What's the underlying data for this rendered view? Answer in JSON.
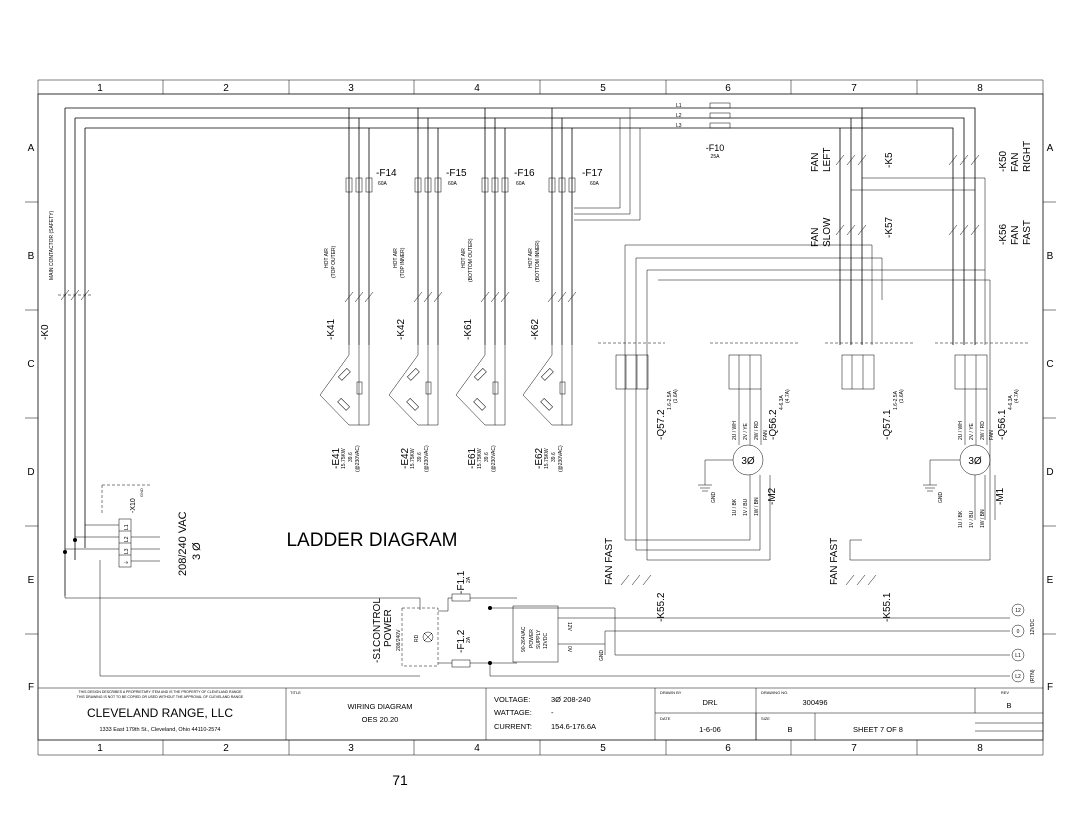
{
  "columns": [
    "1",
    "2",
    "3",
    "4",
    "5",
    "6",
    "7",
    "8"
  ],
  "rows": [
    "A",
    "B",
    "C",
    "D",
    "E",
    "F"
  ],
  "main_title": "LADDER DIAGRAM",
  "page_number": "71",
  "supply": {
    "voltage": "208/240 VAC",
    "phase": "3 Ø"
  },
  "main_contactor": {
    "tag": "-K0",
    "desc": "MAIN CONTACTOR (SAFETY)"
  },
  "terminal": {
    "tag": "-X10",
    "labels": [
      "L1",
      "L2",
      "L3",
      "⏚"
    ],
    "gnd": "GND"
  },
  "lines": [
    "L1",
    "L2",
    "L3"
  ],
  "fan_fuse": {
    "tag": "-F10",
    "rating": "25A"
  },
  "heaters": [
    {
      "fuse": "-F14",
      "fuse_rating": "60A",
      "contactor": "-K41",
      "desc1": "HOT AIR",
      "desc2": "(TOP OUTER)",
      "element": "-E41",
      "kw": "15.75KW",
      "ohm": "39.6",
      "volt": "(@230VAC)"
    },
    {
      "fuse": "-F15",
      "fuse_rating": "60A",
      "contactor": "-K42",
      "desc1": "HOT AIR",
      "desc2": "(TOP INNER)",
      "element": "-E42",
      "kw": "15.75KW",
      "ohm": "39.6",
      "volt": "(@230VAC)"
    },
    {
      "fuse": "-F16",
      "fuse_rating": "60A",
      "contactor": "-K61",
      "desc1": "HOT AIR",
      "desc2": "(BOTTOM OUTER)",
      "element": "-E61",
      "kw": "15.75KW",
      "ohm": "39.6",
      "volt": "(@230VAC)"
    },
    {
      "fuse": "-F17",
      "fuse_rating": "60A",
      "contactor": "-K62",
      "desc1": "HOT AIR",
      "desc2": "(BOTTOM INNER)",
      "element": "-E62",
      "kw": "15.75KW",
      "ohm": "39.6",
      "volt": "(@230VAC)"
    }
  ],
  "fan_contactors": [
    {
      "tag": "-K5",
      "label1": "FAN",
      "label2": "LEFT"
    },
    {
      "tag": "-K50",
      "label1": "FAN",
      "label2": "RIGHT"
    },
    {
      "tag": "-K57",
      "label1": "FAN",
      "label2": "SLOW"
    },
    {
      "tag": "-K56",
      "label1": "FAN",
      "label2": "FAST"
    }
  ],
  "breakers": [
    {
      "tag": "-Q57.2",
      "r1": "1.6-2.5A",
      "r2": "(1.6A)"
    },
    {
      "tag": "-Q56.2",
      "r1": "4-6.3A",
      "r2": "(4.7A)"
    },
    {
      "tag": "-Q57.1",
      "r1": "1.6-2.5A",
      "r2": "(1.6A)"
    },
    {
      "tag": "-Q56.1",
      "r1": "4-6.3A",
      "r2": "(4.7A)"
    }
  ],
  "motors": [
    {
      "tag": "-M2",
      "symbol": "3Ø",
      "w1": "2U / WH",
      "w2": "2V / YE",
      "w3": "2W / RD",
      "w4": "1U / BK",
      "w5": "1V / BU",
      "w6": "1W / BN",
      "fan": "FAN",
      "gnd": "GND"
    },
    {
      "tag": "-M1",
      "symbol": "3Ø",
      "w1": "2U / WH",
      "w2": "2V / YE",
      "w3": "2W / RD",
      "w4": "1U / BK",
      "w5": "1V / BU",
      "w6": "1W / BN",
      "fan": "FAN",
      "gnd": "GND"
    }
  ],
  "fan_fast": [
    {
      "tag": "-K55.2",
      "label": "FAN FAST"
    },
    {
      "tag": "-K55.1",
      "label": "FAN FAST"
    }
  ],
  "control": {
    "switch": "-S1",
    "label1": "CONTROL",
    "label2": "POWER",
    "rating": "208/240V",
    "rd": "RD",
    "fuse1": "-F1.1",
    "fuse1_rating": "2A",
    "fuse2": "-F1.2",
    "fuse2_rating": "2A",
    "psu1": "90-264VAC",
    "psu2": "POWER",
    "psu3": "SUPPLY",
    "psu4": "12VDC",
    "out_12v": "12V",
    "out_0v": "0V",
    "gnd": "GND",
    "conn_12": "12",
    "conn_0": "0",
    "conn_l1": "L1",
    "conn_l2": "L2",
    "side_12vdc": "12VDC",
    "side_rtn": "(RTN)"
  },
  "title_block": {
    "notice1": "THIS DESIGN DESCRIBES A PROPRIETARY ITEM AND IS THE PROPERTY OF CLEVELAND RANGE",
    "notice2": "THIS DRAWING IS NOT TO BE COPIED OR USED WITHOUT THE APPROVAL OF CLEVELAND RANGE",
    "company": "CLEVELAND RANGE, LLC",
    "address": "1333 East 179th St., Cleveland, Ohio 44110-2574",
    "title_label": "TITLE",
    "title1": "WIRING DIAGRAM",
    "title2": "OES 20.20",
    "voltage_label": "VOLTAGE:",
    "voltage": "3Ø 208-240",
    "wattage_label": "WATTAGE:",
    "wattage": "-",
    "current_label": "CURRENT:",
    "current": "154.6-176.6A",
    "drawn_by_label": "DRAWN BY",
    "drawn_by": "DRL",
    "drawing_no_label": "DRAWING NO.",
    "drawing_no": "300496",
    "rev_label": "REV",
    "rev": "B",
    "date_label": "DATE",
    "date": "1-6-06",
    "size_label": "SIZE",
    "size": "B",
    "sheet": "SHEET 7   OF  8"
  }
}
